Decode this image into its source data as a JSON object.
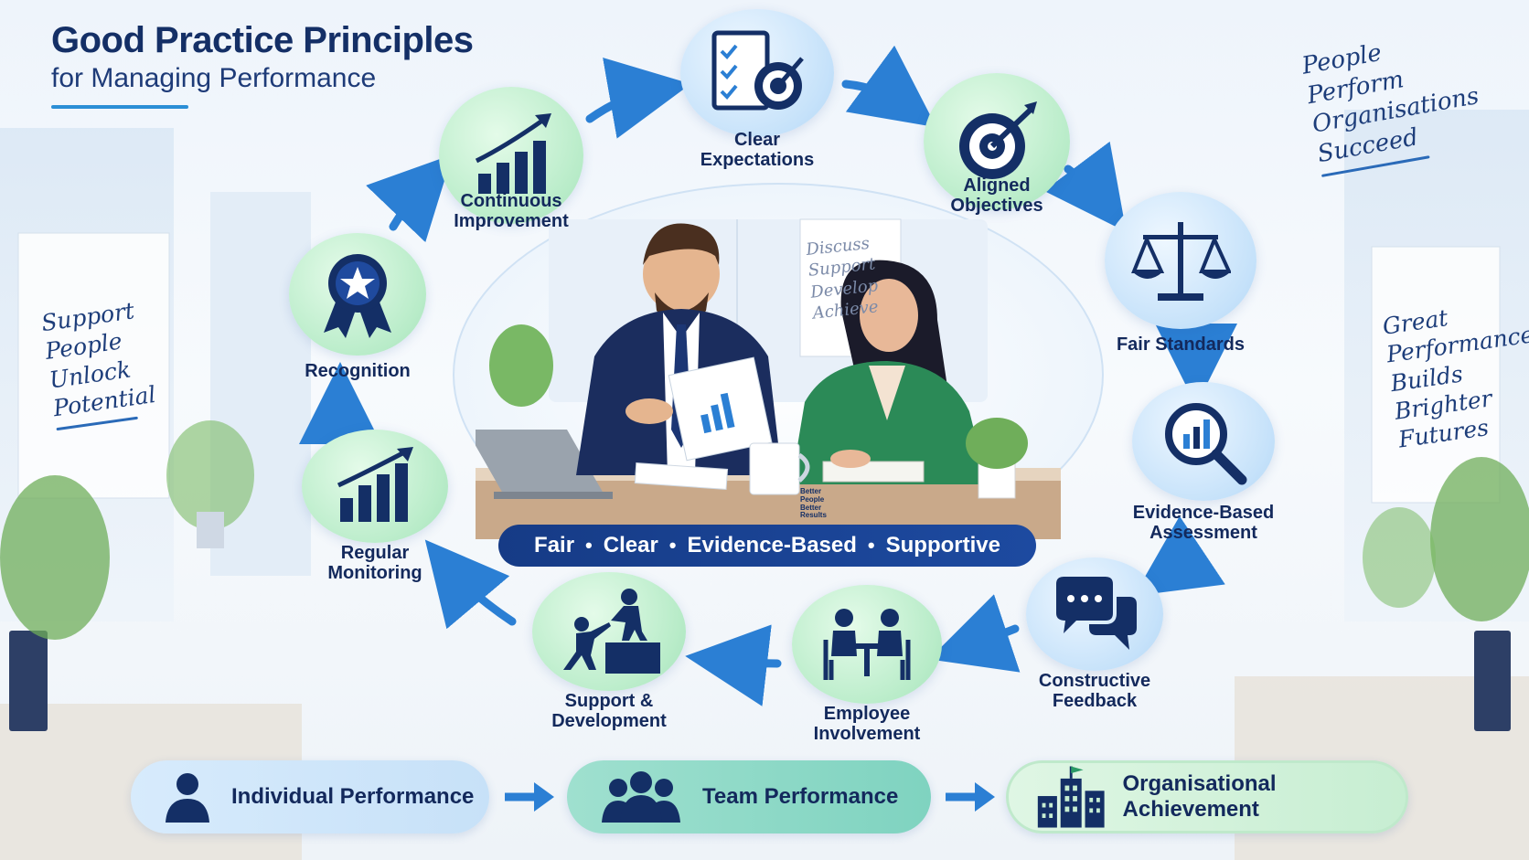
{
  "header": {
    "title": "Good Practice Principles",
    "subtitle": "for Managing Performance"
  },
  "notes": {
    "top_right": [
      "People",
      "Perform",
      "Organisations",
      "Succeed"
    ],
    "left": [
      "Support",
      "People",
      "Unlock",
      "Potential"
    ],
    "right": [
      "Great",
      "Performance",
      "Builds",
      "Brighter",
      "Futures"
    ],
    "whiteboard": [
      "Discuss",
      "Support",
      "Develop",
      "Achieve"
    ]
  },
  "cycle": [
    {
      "label": "Clear\nExpectations",
      "icon": "checklist-target-icon"
    },
    {
      "label": "Aligned\nObjectives",
      "icon": "target-icon"
    },
    {
      "label": "Fair Standards",
      "icon": "scales-icon"
    },
    {
      "label": "Evidence-Based\nAssessment",
      "icon": "magnifier-chart-icon"
    },
    {
      "label": "Constructive\nFeedback",
      "icon": "speech-bubbles-icon"
    },
    {
      "label": "Employee\nInvolvement",
      "icon": "meeting-icon"
    },
    {
      "label": "Support &\nDevelopment",
      "icon": "helping-hand-icon"
    },
    {
      "label": "Regular\nMonitoring",
      "icon": "bar-chart-icon"
    },
    {
      "label": "Recognition",
      "icon": "award-ribbon-icon"
    },
    {
      "label": "Continuous\nImprovement",
      "icon": "growth-chart-icon"
    }
  ],
  "center": {
    "banner": [
      "Fair",
      "Clear",
      "Evidence-Based",
      "Supportive"
    ],
    "mug_text": [
      "Better",
      "People",
      "Better",
      "Results"
    ]
  },
  "outcomes": [
    {
      "label": "Individual Performance",
      "icon": "person-icon"
    },
    {
      "label": "Team Performance",
      "icon": "team-icon"
    },
    {
      "label": "Organisational Achievement",
      "icon": "buildings-icon"
    }
  ],
  "colors": {
    "navy": "#142f66",
    "accent_blue": "#2b7fd4",
    "green_circle": "#b9ecc9",
    "blue_circle": "#c6e2fa"
  }
}
